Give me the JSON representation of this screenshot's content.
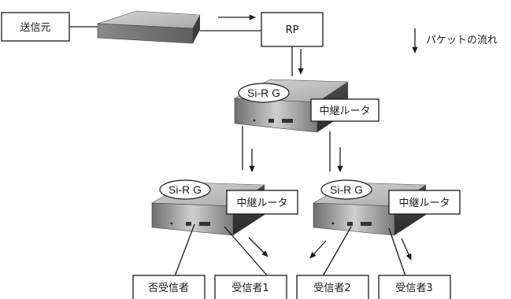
{
  "sender": {
    "label": "送信元"
  },
  "rp": {
    "label": "RP"
  },
  "legend": {
    "label": "パケットの流れ"
  },
  "routers": [
    {
      "tag": "Si-R G",
      "role": "中継ルータ"
    },
    {
      "tag": "Si-R G",
      "role": "中継ルータ"
    },
    {
      "tag": "Si-R G",
      "role": "中継ルータ"
    }
  ],
  "hosts": [
    "否受信者",
    "受信者1",
    "受信者2",
    "受信者3"
  ]
}
